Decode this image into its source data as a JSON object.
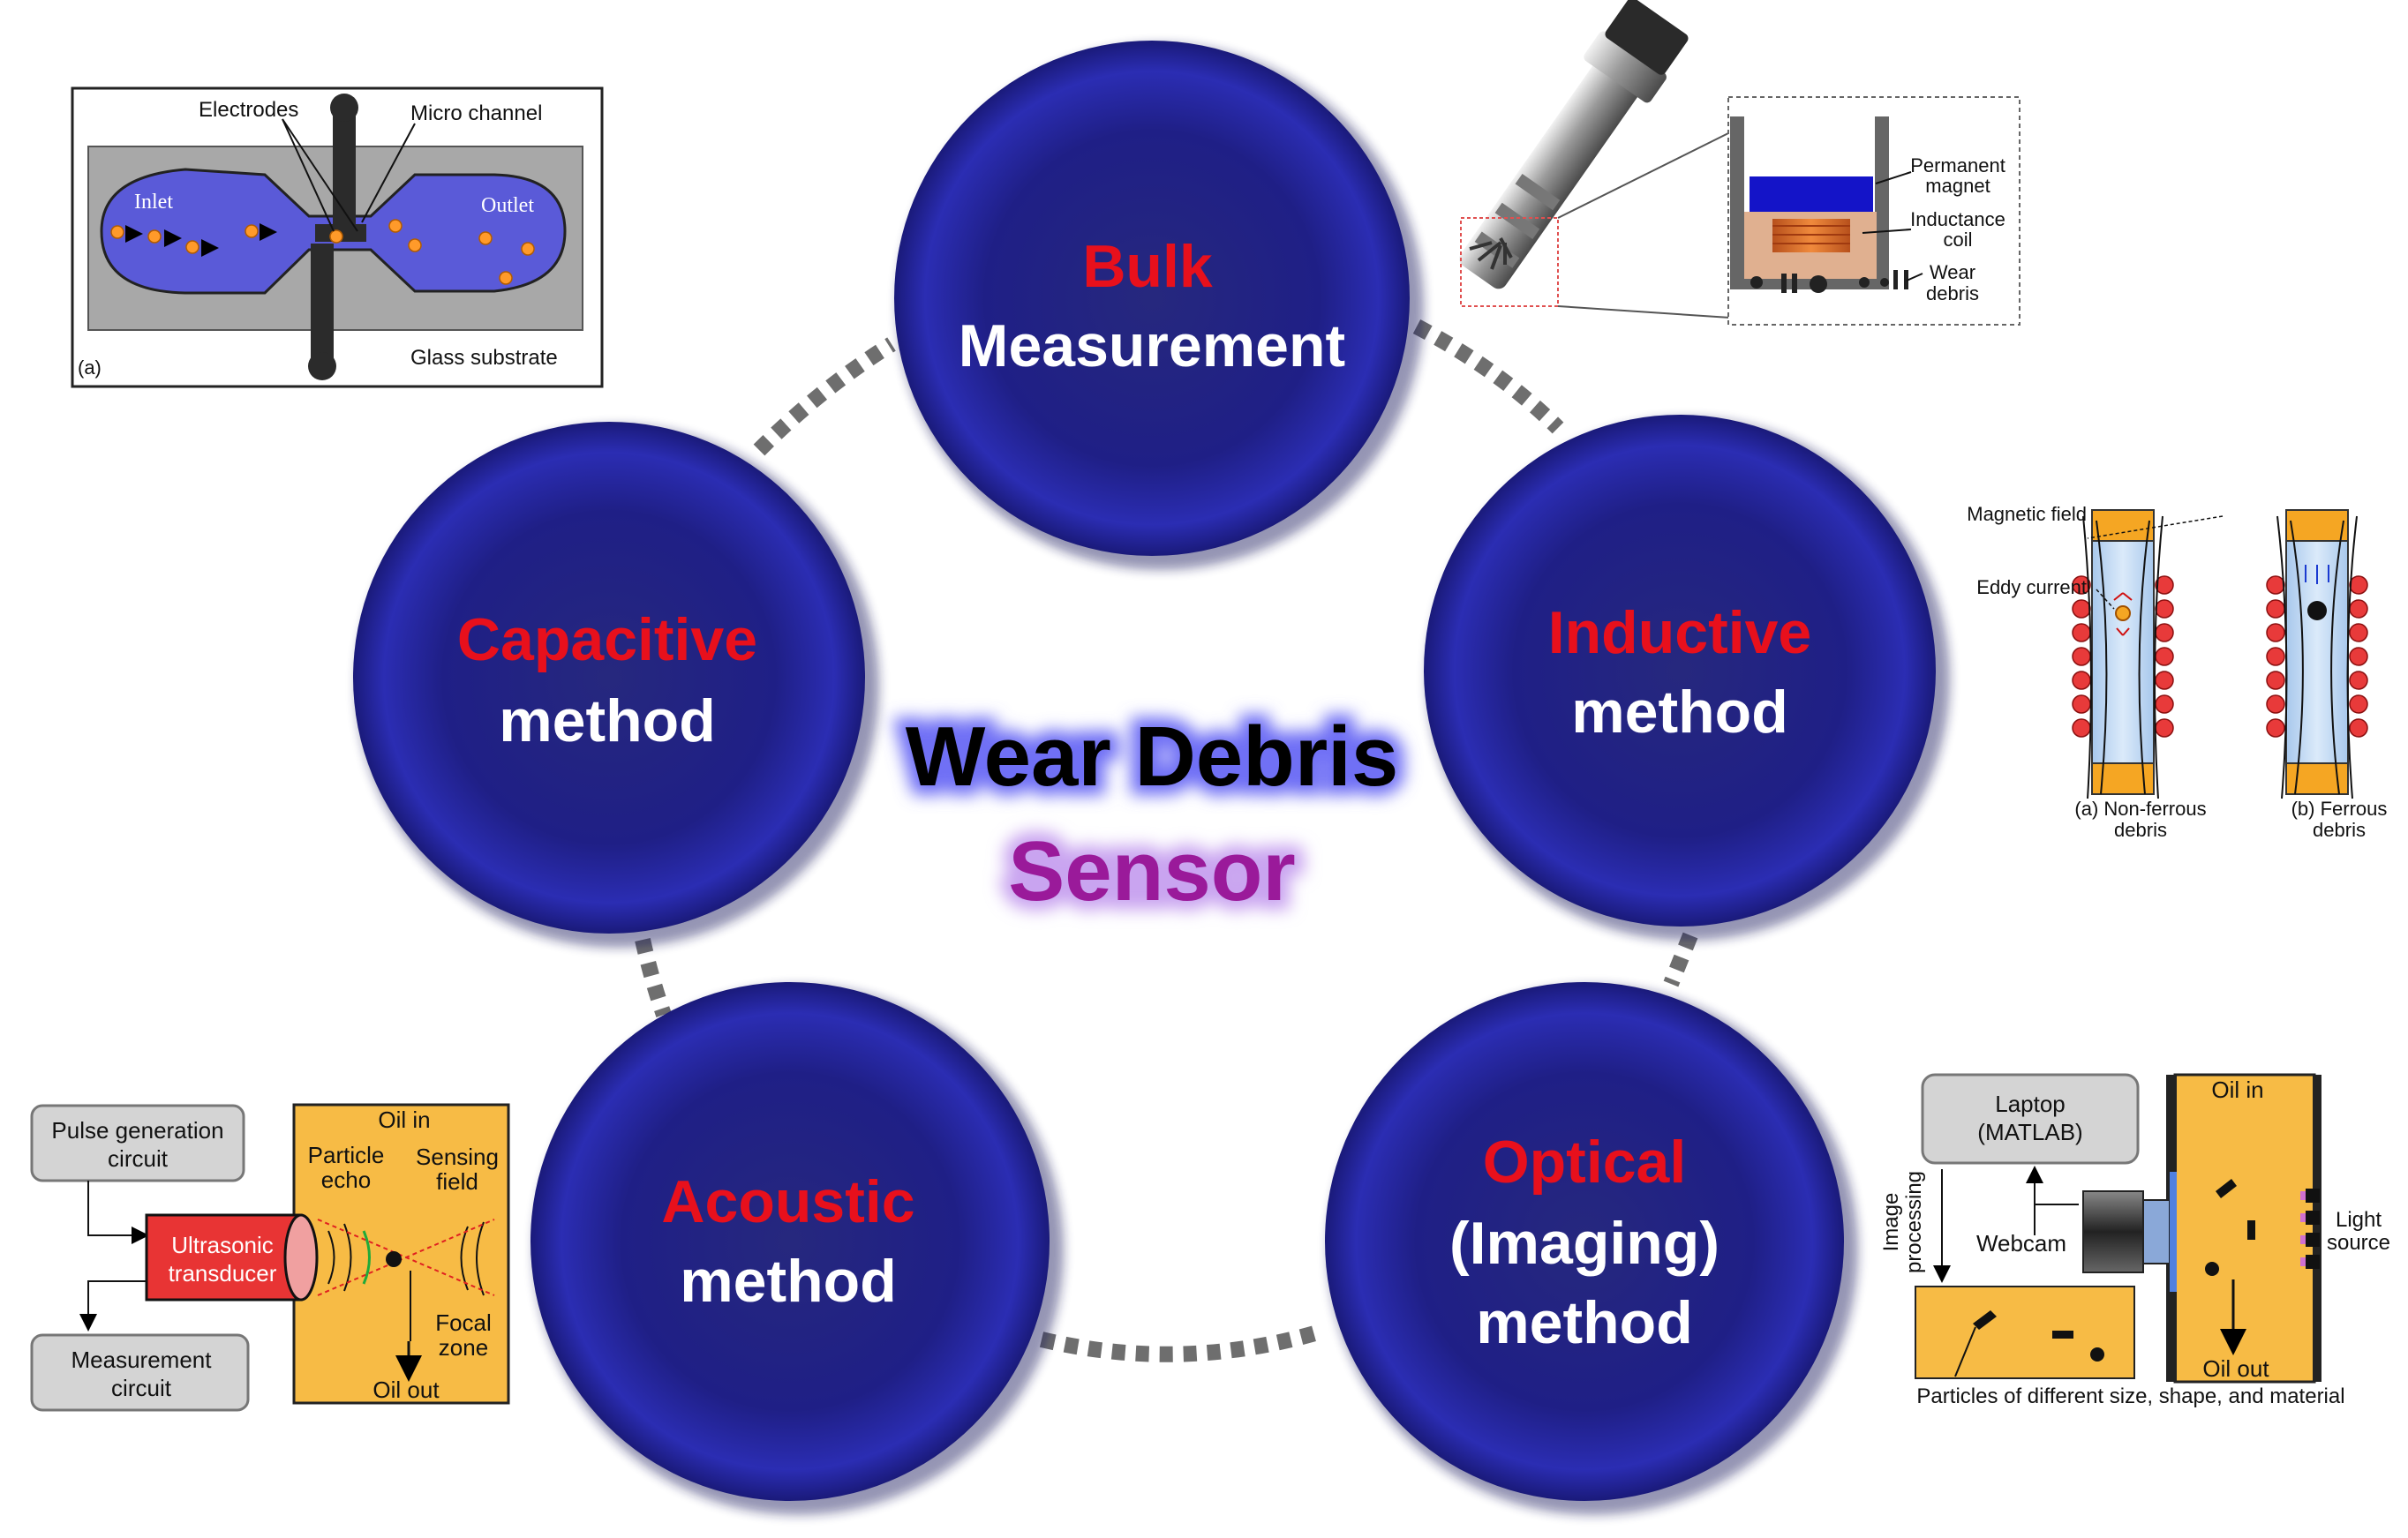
{
  "center": {
    "title": "Wear Debris",
    "subtitle": "Sensor"
  },
  "nodes": [
    {
      "id": "bulk",
      "line1": "Bulk",
      "line2": "Measurement",
      "line3": ""
    },
    {
      "id": "inductive",
      "line1": "Inductive",
      "line2": "method",
      "line3": ""
    },
    {
      "id": "optical",
      "line1": "Optical",
      "line2": "(Imaging)",
      "line3": "method"
    },
    {
      "id": "acoustic",
      "line1": "Acoustic",
      "line2": "method",
      "line3": ""
    },
    {
      "id": "capacitive",
      "line1": "Capacitive",
      "line2": "method",
      "line3": ""
    }
  ],
  "capacitive_figure": {
    "electrodes": "Electrodes",
    "micro_channel": "Micro channel",
    "inlet": "Inlet",
    "outlet": "Outlet",
    "glass_substrate": "Glass substrate",
    "panel_label": "(a)"
  },
  "bulk_figure": {
    "permanent_magnet": [
      "Permanent",
      "magnet"
    ],
    "inductance_coil": [
      "Inductance",
      "coil"
    ],
    "wear_debris": [
      "Wear",
      "debris"
    ]
  },
  "inductive_figure": {
    "magnetic_field": "Magnetic field",
    "eddy_current": "Eddy current",
    "non_ferrous": [
      "(a) Non-ferrous",
      "debris"
    ],
    "ferrous": [
      "(b) Ferrous",
      "debris"
    ]
  },
  "acoustic_figure": {
    "pulse_generation": [
      "Pulse generation",
      "circuit"
    ],
    "ultrasonic_transducer": [
      "Ultrasonic",
      "transducer"
    ],
    "measurement_circuit": [
      "Measurement",
      "circuit"
    ],
    "oil_in": "Oil in",
    "oil_out": "Oil out",
    "particle_echo": [
      "Particle",
      "echo"
    ],
    "sensing_field": [
      "Sensing",
      "field"
    ],
    "focal_zone": [
      "Focal",
      "zone"
    ]
  },
  "optical_figure": {
    "laptop": [
      "Laptop",
      "(MATLAB)"
    ],
    "image_processing": [
      "Image",
      "processing"
    ],
    "webcam": "Webcam",
    "oil_in": "Oil in",
    "oil_out": "Oil out",
    "light_source": [
      "Light",
      "source"
    ],
    "particles_caption": "Particles of different size, shape, and material"
  },
  "colors": {
    "accent_red": "#e8101c",
    "center_title": "#000000",
    "center_subtitle": "#9a1a9a",
    "sphere": "#2a2aa0",
    "oil": "#f7bb45"
  }
}
